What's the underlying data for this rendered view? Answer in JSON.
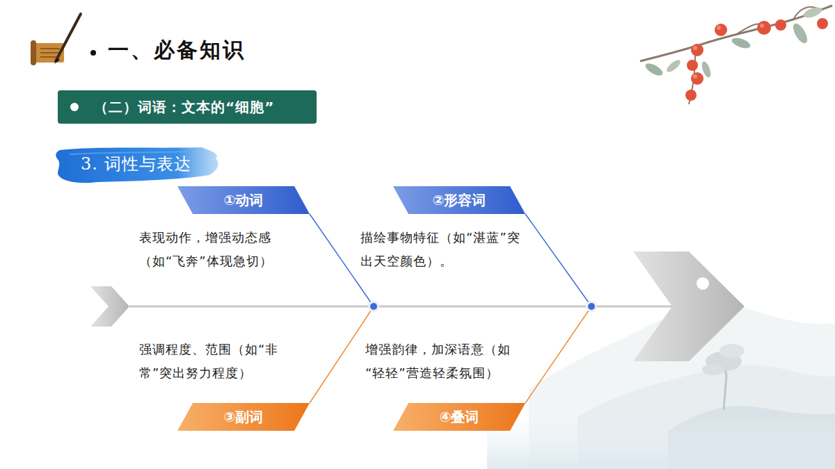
{
  "diagram": {
    "title": "一、必备知识",
    "nodes": [
      {
        "text": [
          "（二）词语：文本的“细胞”"
        ]
      },
      {
        "text": [
          "3. 词性与表达"
        ]
      },
      {
        "text": [
          "①动词"
        ]
      },
      {
        "text": [
          "②形容词"
        ]
      },
      {
        "text": [
          "③副词"
        ]
      },
      {
        "text": [
          "④叠词"
        ]
      }
    ],
    "labels": [
      "表现动作，增强动态感（如“飞奔”体现急切）",
      "描绘事物特征（如“湛蓝”突出天空颜色）。",
      "强调程度、范围（如“非常”突出努力程度）",
      "增强韵律，加深语意（如“轻轻”营造轻柔氛围）"
    ]
  }
}
